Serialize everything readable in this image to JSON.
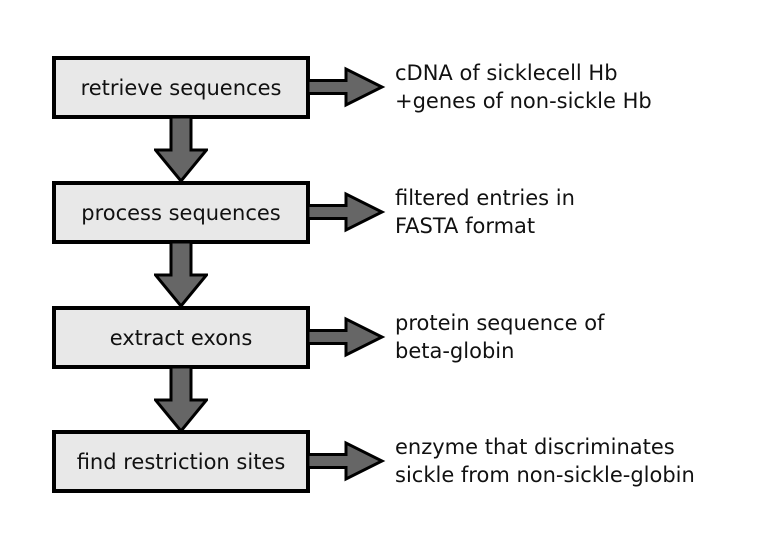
{
  "diagram": {
    "background": "#ffffff",
    "colors": {
      "box_fill": "#e8e8e8",
      "box_border": "#000000",
      "arrow_fill": "#666666",
      "arrow_stroke": "#000000",
      "text_color": "#111111"
    },
    "steps": [
      {
        "label": "retrieve sequences",
        "output": [
          "cDNA of sicklecell Hb",
          "+genes of non-sickle Hb"
        ]
      },
      {
        "label": "process sequences",
        "output": [
          "filtered entries in",
          "FASTA format"
        ]
      },
      {
        "label": "extract exons",
        "output": [
          "protein sequence of",
          "beta-globin"
        ]
      },
      {
        "label": "find restriction sites",
        "output": [
          "enzyme that discriminates",
          "sickle from non-sickle-globin"
        ]
      }
    ]
  }
}
